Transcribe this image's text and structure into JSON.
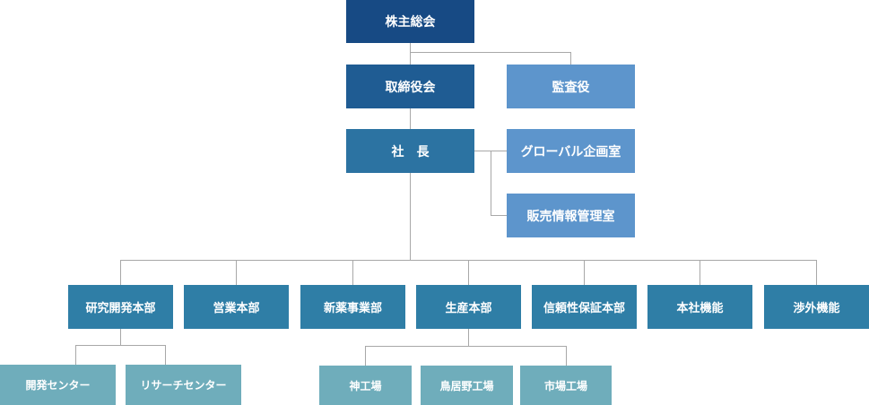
{
  "org_chart": {
    "shareholders_meeting": "株主総会",
    "board_of_directors": "取締役会",
    "auditor": "監査役",
    "president": "社　長",
    "global_planning_office": "グローバル企画室",
    "sales_information_office": "販売情報管理室",
    "divisions": [
      "研究開発本部",
      "営業本部",
      "新薬事業部",
      "生産本部",
      "信頼性保証本部",
      "本社機能",
      "渉外機能"
    ],
    "rnd_units": [
      "開発センター",
      "リサーチセンター"
    ],
    "factories": [
      "神工場",
      "鳥居野工場",
      "市場工場"
    ]
  },
  "colors": {
    "line": "#a8a8a8",
    "top": "#174a84",
    "board": "#1f5c93",
    "side_office": "#5d95cc",
    "president": "#2c73a2",
    "division": "#2f7ea6",
    "sub_unit": "#6fadbb"
  }
}
